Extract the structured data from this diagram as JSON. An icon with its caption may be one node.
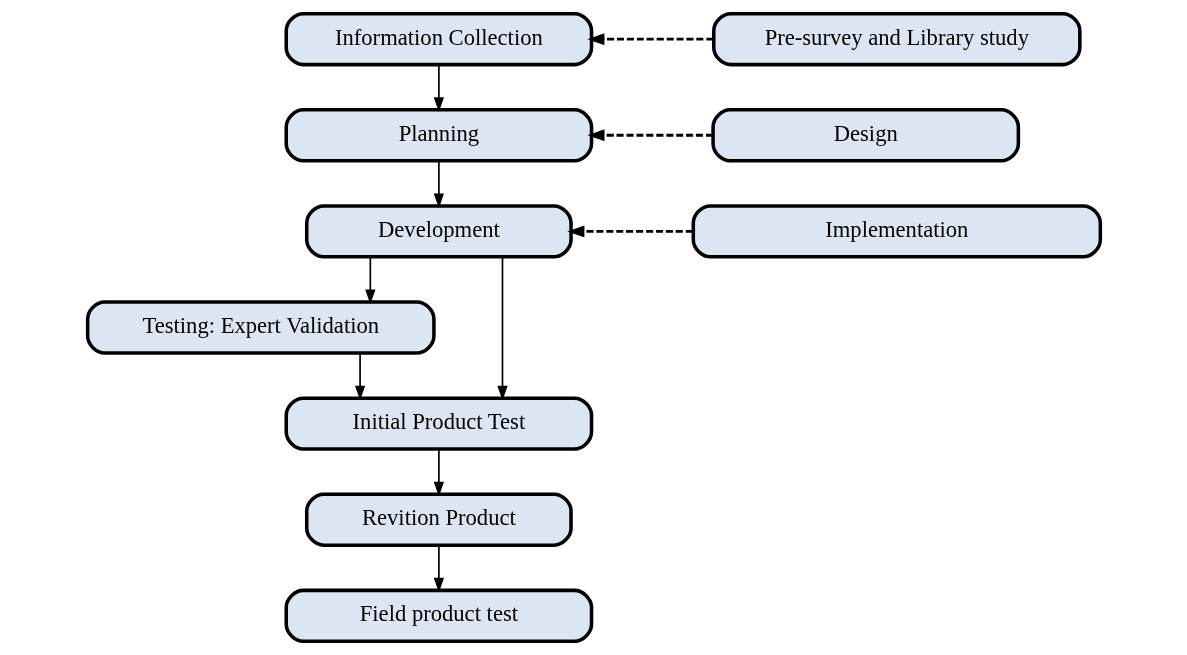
{
  "diagram": {
    "nodes": [
      {
        "text": [
          "Information Collection"
        ]
      },
      {
        "text": [
          "Pre-survey and Library study"
        ]
      },
      {
        "text": [
          "Planning"
        ]
      },
      {
        "text": [
          "Design"
        ]
      },
      {
        "text": [
          "Development"
        ]
      },
      {
        "text": [
          "Implementation"
        ]
      },
      {
        "text": [
          "Testing: Expert Validation"
        ]
      },
      {
        "text": [
          "Initial Product Test"
        ]
      },
      {
        "text": [
          "Revition Product"
        ]
      },
      {
        "text": [
          "Field product test"
        ]
      }
    ],
    "edges": [
      {
        "from": 0,
        "to": 2,
        "arrow": "to"
      },
      {
        "from": 1,
        "to": 0,
        "arrow": "to",
        "style": "dashed"
      },
      {
        "from": 2,
        "to": 4,
        "arrow": "to"
      },
      {
        "from": 3,
        "to": 2,
        "arrow": "to",
        "style": "dashed"
      },
      {
        "from": 5,
        "to": 4,
        "arrow": "to",
        "style": "dashed"
      },
      {
        "from": 4,
        "to": 6,
        "arrow": "to"
      },
      {
        "from": 4,
        "to": 7,
        "arrow": "to"
      },
      {
        "from": 6,
        "to": 7,
        "arrow": "to"
      },
      {
        "from": 7,
        "to": 8,
        "arrow": "to"
      },
      {
        "from": 8,
        "to": 9,
        "arrow": "to"
      }
    ]
  }
}
